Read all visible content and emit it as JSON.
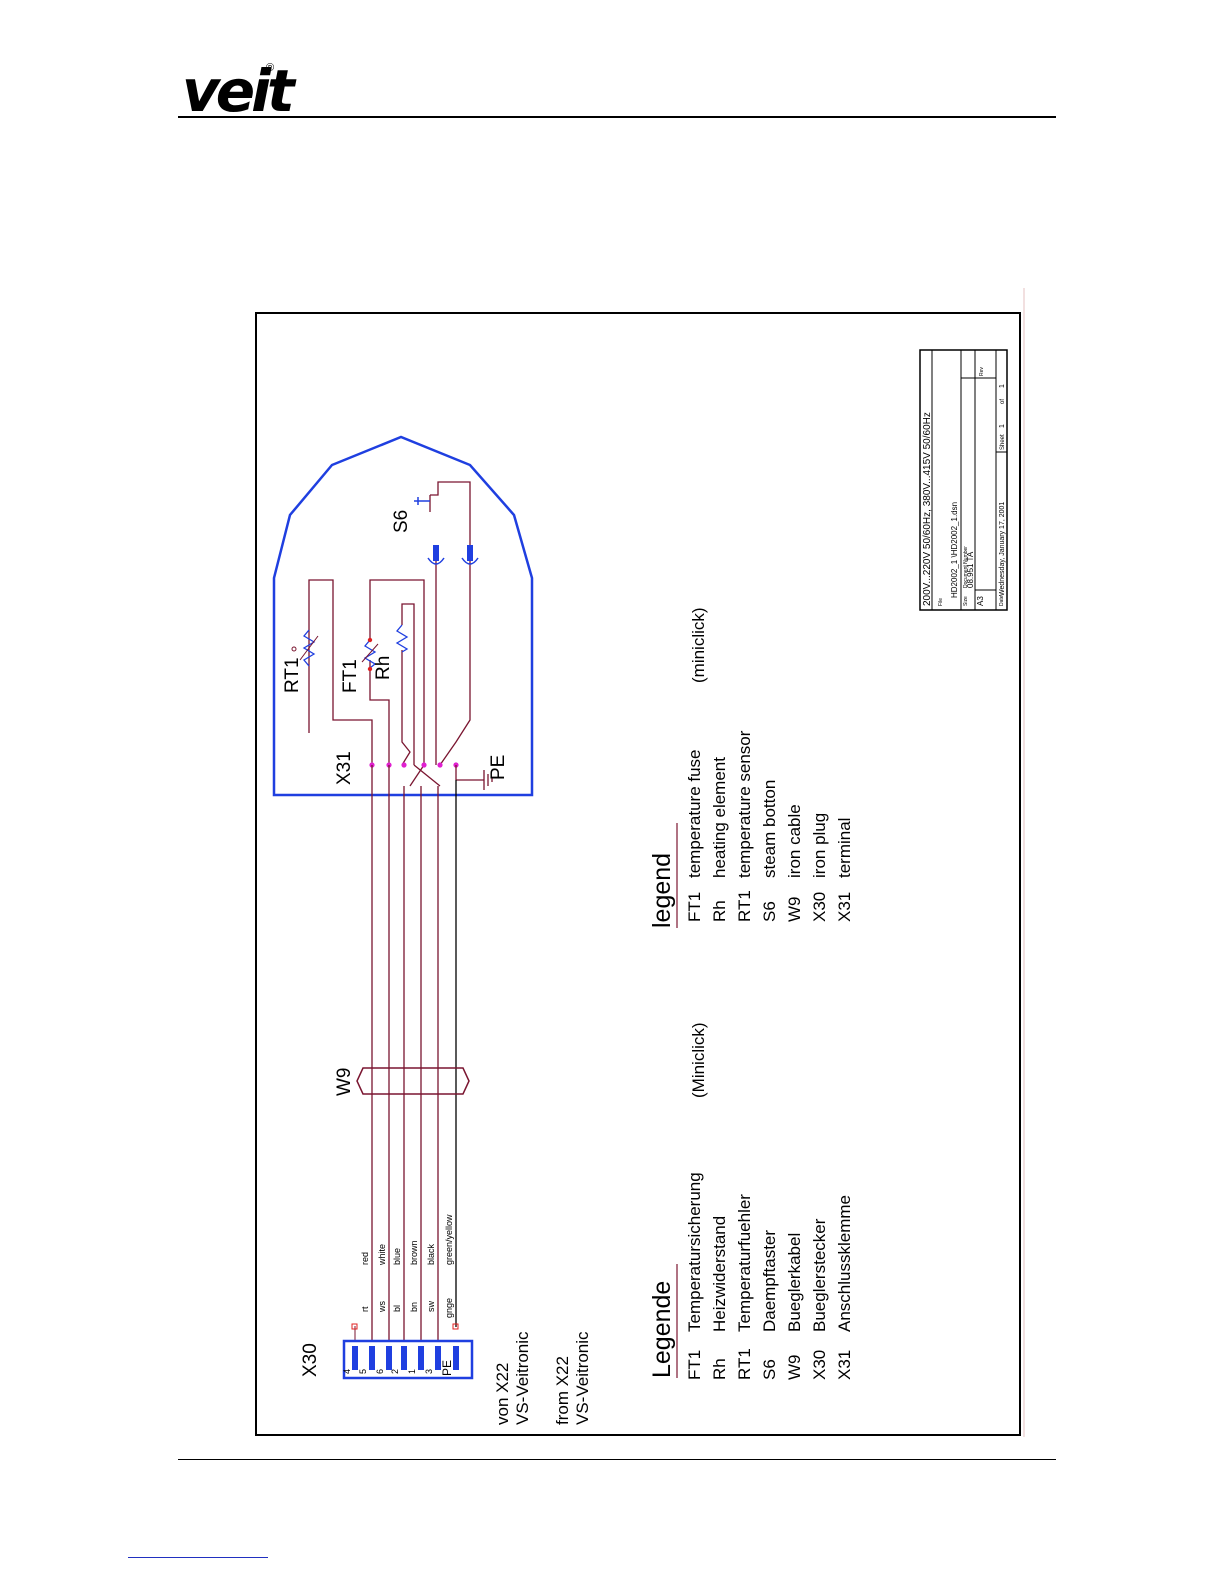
{
  "header": {
    "logo": "veit",
    "registered": "®"
  },
  "diagram": {
    "title_block": {
      "voltage": "200V...220V 50/60Hz, 380V...415V 50/60Hz",
      "file_label": "File",
      "file_name": "HD2002_1 \\HD2002_1.dsn",
      "size_label": "Size",
      "size": "A3",
      "doc_label": "Document Number",
      "doc_number": "08.951 TA",
      "rev_label": "Rev",
      "date_label": "Date",
      "date": "Wednesday, January 17, 2001",
      "sheet_label": "Sheet",
      "sheet": "1",
      "of_label": "of",
      "of": "1"
    },
    "components": {
      "RT1": "RT1",
      "FT1": "FT1",
      "Rh": "Rh",
      "S6": "S6",
      "X31": "X31",
      "PE": "PE",
      "W9": "W9",
      "X30": "X30"
    },
    "plug_pins": [
      "4",
      "5",
      "6",
      "2",
      "1",
      "3",
      "PE"
    ],
    "wires": [
      {
        "code": "rt",
        "color_name": "red"
      },
      {
        "code": "ws",
        "color_name": "white"
      },
      {
        "code": "bl",
        "color_name": "blue"
      },
      {
        "code": "bn",
        "color_name": "brown"
      },
      {
        "code": "sw",
        "color_name": "black"
      },
      {
        "code": "gnge",
        "color_name": "green/yellow"
      }
    ],
    "source": {
      "de_line1": "von X22",
      "de_line2": "VS-Veitronic",
      "en_line1": "from X22",
      "en_line2": "VS-Veitronic"
    },
    "legend_de": {
      "title": "Legende",
      "items": [
        {
          "code": "FT1",
          "text": "Temperatursicherung"
        },
        {
          "code": "Rh",
          "text": "Heizwiderstand"
        },
        {
          "code": "RT1",
          "text": "Temperaturfuehler"
        },
        {
          "code": "S6",
          "text": "Daempftaster"
        },
        {
          "code": "W9",
          "text": "Bueglerkabel"
        },
        {
          "code": "X30",
          "text": "Bueglerstecker"
        },
        {
          "code": "X31",
          "text": "Anschlussklemme"
        }
      ],
      "note": "(Miniclick)"
    },
    "legend_en": {
      "title": "legend",
      "items": [
        {
          "code": "FT1",
          "text": "temperature fuse"
        },
        {
          "code": "Rh",
          "text": "heating element"
        },
        {
          "code": "RT1",
          "text": "temperature sensor"
        },
        {
          "code": "S6",
          "text": "steam botton"
        },
        {
          "code": "W9",
          "text": "iron cable"
        },
        {
          "code": "X30",
          "text": "iron plug"
        },
        {
          "code": "X31",
          "text": "terminal"
        }
      ],
      "note": "(miniclick)"
    },
    "colors": {
      "housing": "#1f3fe0",
      "wire": "#7a1530",
      "node": "#e020d0",
      "plug": "#1f3fe0"
    }
  }
}
